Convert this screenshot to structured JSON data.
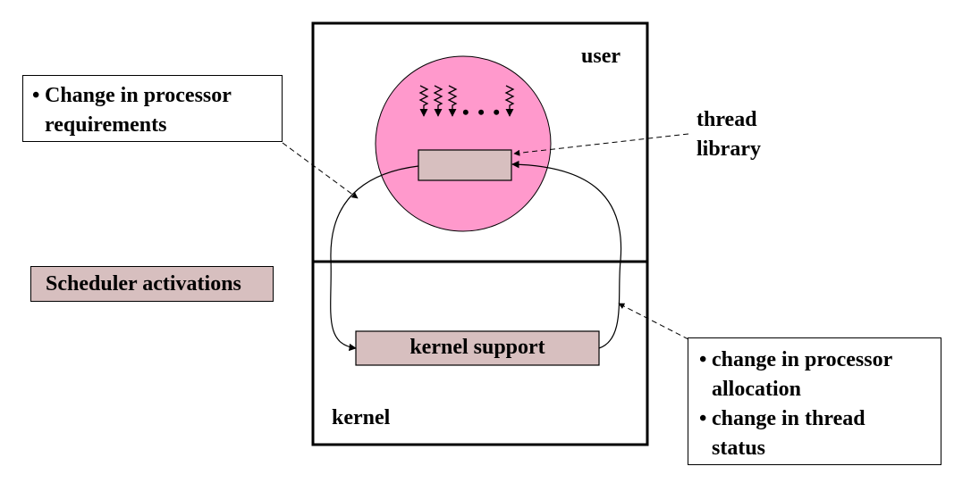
{
  "colors": {
    "circle_fill": "#ff99cc",
    "support_box_fill": "#d7bfbf",
    "outline": "#000000"
  },
  "labels": {
    "user": "user",
    "kernel": "kernel",
    "thread_library_line1": "thread",
    "thread_library_line2": "library",
    "kernel_support": "kernel support",
    "scheduler_activations": "Scheduler activations"
  },
  "note_top_left": {
    "bullet": "•",
    "line1": "Change in processor",
    "line2": "requirements"
  },
  "note_bottom_right": {
    "bullet": "•",
    "item1_line1": "change in processor",
    "item1_line2": "allocation",
    "item2_line1": "change in thread",
    "item2_line2": "status"
  },
  "thread_ellipsis": "• • •",
  "icons": [
    "thread-squiggle-icon",
    "arrow-head-icon"
  ]
}
